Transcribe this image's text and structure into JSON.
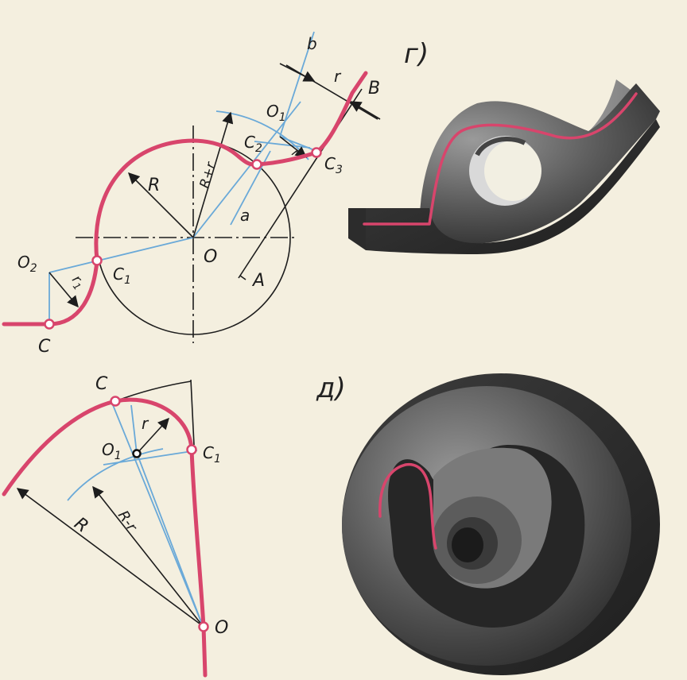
{
  "figure_g": {
    "caption": "г)",
    "labels": {
      "b": "b",
      "r_top": "r",
      "B": "B",
      "O1": "O",
      "O1_sub": "1",
      "C2": "C",
      "C2_sub": "2",
      "C3": "C",
      "C3_sub": "3",
      "R": "R",
      "R_plus_r": "R+r",
      "r_small": "r",
      "a": "a",
      "O": "O",
      "A": "A",
      "O2": "O",
      "O2_sub": "2",
      "C1": "C",
      "C1_sub": "1",
      "r1": "r",
      "r1_sub": "1",
      "C": "C"
    }
  },
  "figure_d": {
    "caption": "д)",
    "labels": {
      "C": "C",
      "O1": "O",
      "O1_sub": "1",
      "r": "r",
      "C1": "C",
      "C1_sub": "1",
      "R": "R",
      "R_minus_r": "R-r",
      "O": "O"
    }
  },
  "colors": {
    "curve": "#d8456c",
    "construction": "#6aa9d8",
    "ink": "#1d1d1d",
    "paper": "#f4efdf"
  }
}
